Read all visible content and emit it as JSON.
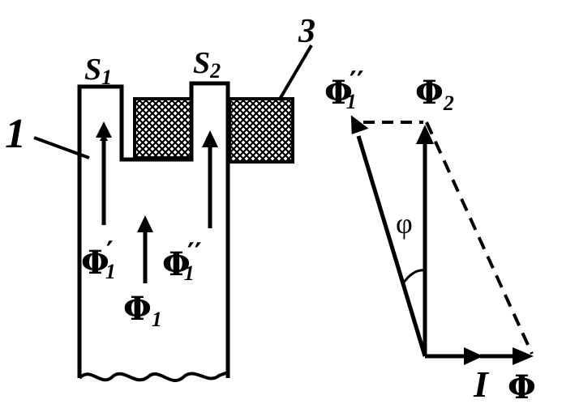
{
  "labels": {
    "s1": "S",
    "s1_sub": "1",
    "s2": "S",
    "s2_sub": "2",
    "part1": "1",
    "part3": "3",
    "flux_prime": "Φ",
    "flux_prime_mark": "′",
    "flux_prime_sub": "1",
    "flux_dprime": "Φ",
    "flux_dprime_mark": "′′",
    "flux_dprime_sub": "1",
    "flux1": "Φ",
    "flux1_sub": "1",
    "vec_dprime": "Φ",
    "vec_dprime_mark": "′′",
    "vec_dprime_sub": "1",
    "vec_phi2": "Φ",
    "vec_phi2_sub": "2",
    "angle": "φ",
    "current": "I",
    "total_flux": "Φ"
  },
  "colors": {
    "ink": "#000000",
    "background": "#ffffff"
  }
}
